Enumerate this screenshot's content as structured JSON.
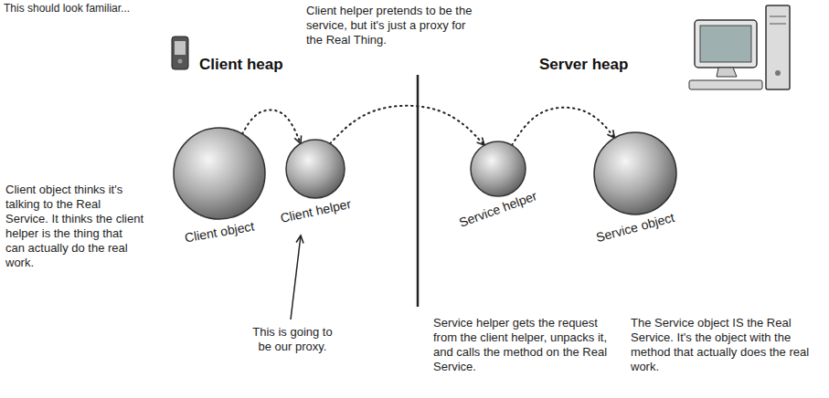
{
  "diagram": {
    "nodes": [
      {
        "text": [
          "Client heap"
        ]
      },
      {
        "text": [
          "Client object"
        ],
        "in": 0
      },
      {
        "text": [
          "Client helper"
        ],
        "in": 0
      },
      {
        "text": [
          "Server heap"
        ]
      },
      {
        "text": [
          "Service helper"
        ],
        "in": 3
      },
      {
        "text": [
          "Service object"
        ],
        "in": 3
      }
    ],
    "edges": [
      {
        "from": 1,
        "to": 2,
        "arrow": "to"
      },
      {
        "from": 2,
        "to": 4,
        "arrow": "to"
      },
      {
        "from": 4,
        "to": 5,
        "arrow": "to"
      }
    ],
    "labels": [
      "This should look familiar...",
      "Client helper pretends to be the service, but it's just a proxy for the Real Thing.",
      "Client object thinks it's talking to the Real Service. It thinks the client helper is the thing that can actually do the real work.",
      "This is going to be our proxy.",
      "Service helper gets the request from the client helper, unpacks it, and calls the method on the Real Service.",
      "The Service object IS the Real Service. It's the object with the method that actually does the real work."
    ]
  }
}
